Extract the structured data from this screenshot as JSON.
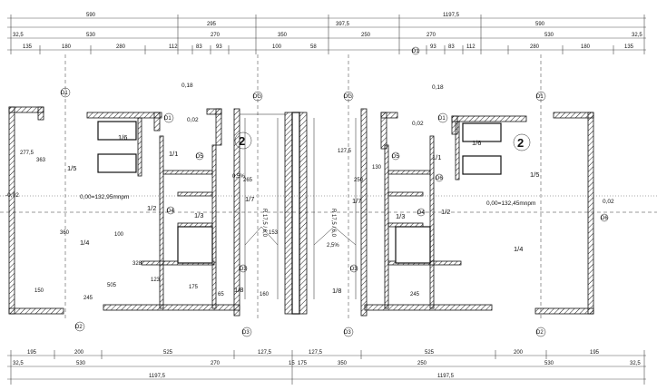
{
  "dims_top": {
    "r1": [
      "590",
      "295",
      "397,5",
      "1197,5",
      "590"
    ],
    "r2": [
      "32,5",
      "530",
      "270",
      "350",
      "250",
      "270",
      "530",
      "32,5"
    ],
    "r3": [
      "135",
      "180",
      "280",
      "112",
      "83",
      "93",
      "100",
      "58",
      "93",
      "83",
      "112",
      "280",
      "180",
      "135"
    ]
  },
  "dims_bottom": {
    "r1": [
      "195",
      "200",
      "525",
      "127,5",
      "127,5",
      "525",
      "200",
      "195"
    ],
    "r2": [
      "32,5",
      "530",
      "270",
      "15",
      "175",
      "350",
      "250",
      "530",
      "32,5"
    ],
    "r3": [
      "1197,5",
      "1197,5"
    ]
  },
  "axes": {
    "top": [
      "D1",
      "D1",
      "D1",
      "DG",
      "DG",
      "D1",
      "D1"
    ],
    "bottom": [
      "D2",
      "D3",
      "D3",
      "D2"
    ]
  },
  "levels": {
    "l_top1": "0,18",
    "l_top2": "0,18",
    "l_porch_l": "0,02",
    "l_porch_r": "0,02",
    "l_side_l": "-0,02",
    "l_side_r": "0,02",
    "l_main_l": "0,00=132,95mnpm",
    "l_main_r": "0,00=132,45mnpm"
  },
  "rooms": {
    "left": {
      "r1": "1/1",
      "r2": "1/2",
      "r3": "1/3",
      "r4": "1/4",
      "r5": "1/5",
      "r6": "1/6",
      "r7": "1/7",
      "r8": "1/8",
      "unit": "2"
    },
    "right": {
      "r1": "1/1",
      "r2": "1/2",
      "r3": "1/3",
      "r4": "1/4",
      "r5": "1/5",
      "r6": "1/6",
      "r7": "1/7",
      "r8": "1/8",
      "unit": "2"
    }
  },
  "interior": {
    "w1": "363",
    "w2": "277,5",
    "w3": "360",
    "w4": "245",
    "w5": "150",
    "w6": "505",
    "w7": "100",
    "w8": "328",
    "w9": "123",
    "w10": "65",
    "w11": "160",
    "w12": "265",
    "w13": "153",
    "w14": "175",
    "w15": "127,5",
    "w16": "250",
    "w17": "245",
    "w18": "130",
    "w19": "0,5%",
    "w20": "2,5%"
  },
  "stair": {
    "left": "R 17,5 / 6,0",
    "right": "R 17,5 / 6,0"
  },
  "marks": [
    "D5",
    "D5",
    "D4",
    "D4",
    "D3",
    "D3",
    "D6",
    "D6"
  ]
}
